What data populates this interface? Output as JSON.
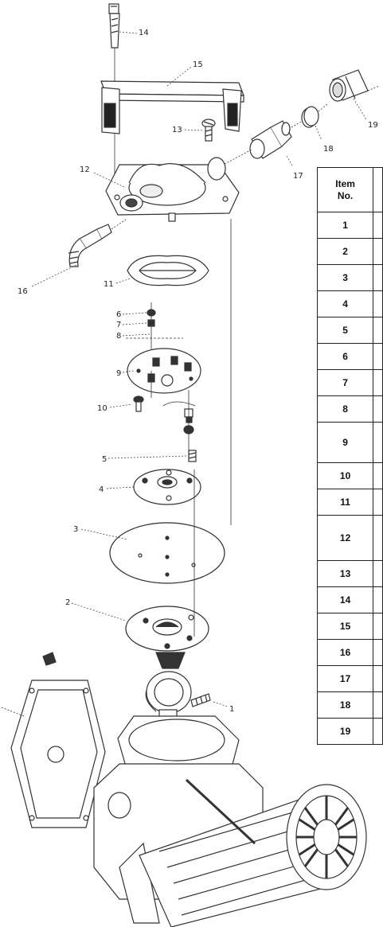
{
  "parts_table": {
    "header_line1": "Item",
    "header_line2": "No.",
    "items": [
      "1",
      "2",
      "3",
      "4",
      "5",
      "6",
      "7",
      "8",
      "9",
      "10",
      "11",
      "12",
      "13",
      "14",
      "15",
      "16",
      "17",
      "18",
      "19"
    ]
  },
  "callouts": {
    "c1": "1",
    "c2": "2",
    "c3": "3",
    "c4": "4",
    "c5": "5",
    "c6": "6",
    "c7": "7",
    "c8": "8",
    "c9": "9",
    "c10": "10",
    "c11": "11",
    "c12": "12",
    "c13": "13",
    "c14": "14",
    "c15": "15",
    "c16": "16",
    "c17": "17",
    "c18": "18",
    "c19": "19"
  }
}
